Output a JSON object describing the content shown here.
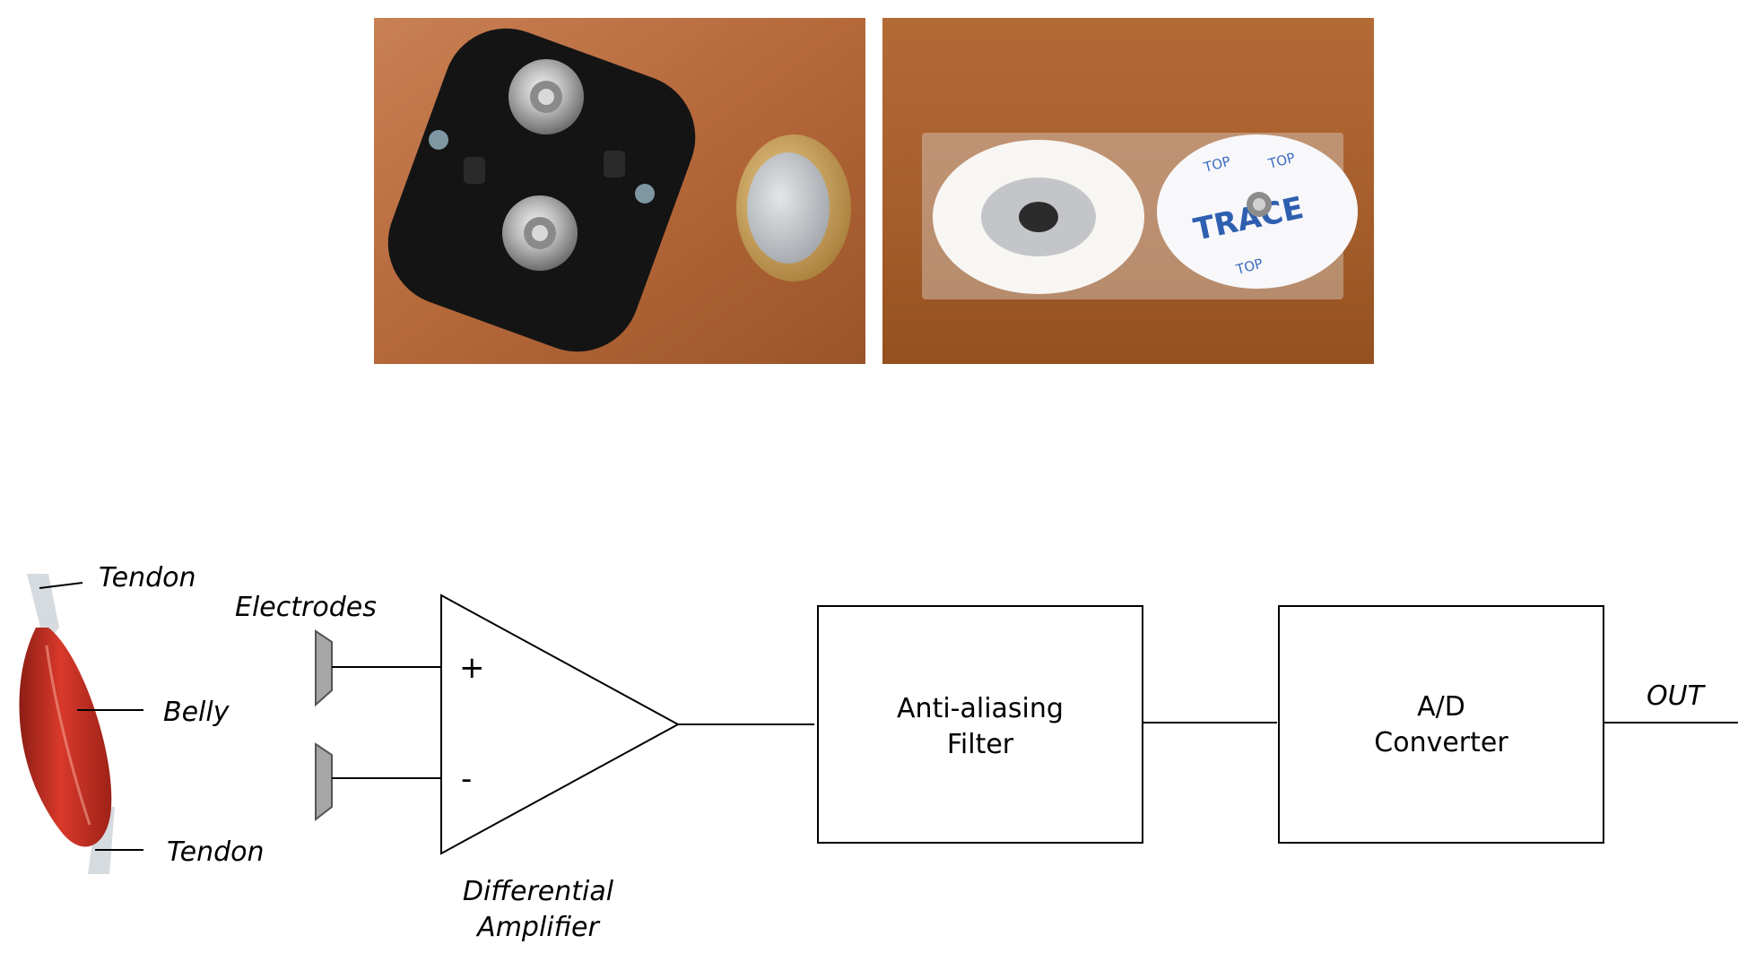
{
  "photos": {
    "left": {
      "description": "icon"
    },
    "right": {
      "electrode_brand": "TRACE",
      "electrode_text": "TOP"
    }
  },
  "diagram": {
    "muscle": {
      "tendon_top": "Tendon",
      "belly": "Belly",
      "tendon_bottom": "Tendon"
    },
    "electrodes_label": "Electrodes",
    "amplifier": {
      "plus": "+",
      "minus": "-",
      "label_line1": "Differential",
      "label_line2": "Amplifier"
    },
    "filter": {
      "line1": "Anti-aliasing",
      "line2": "Filter"
    },
    "converter": {
      "line1": "A/D",
      "line2": "Converter"
    },
    "output": "OUT"
  },
  "colors": {
    "line": "#000000",
    "muscle_red": "#c0281e",
    "tendon": "#d8dde2",
    "electrode_gray": "#a6a6a6",
    "wood": "#b06a3a"
  }
}
